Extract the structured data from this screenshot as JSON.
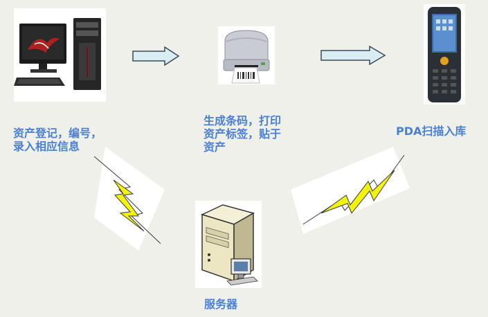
{
  "steps": {
    "register": {
      "line1": "资产登记，编号，",
      "line2": "录入相应信息"
    },
    "print": {
      "line1": "生成条码，打印",
      "line2": "资产标签，贴于",
      "line3": "资产"
    },
    "pda": {
      "line1": "PDA扫描入库"
    },
    "server": {
      "line1": "服务器"
    }
  },
  "colors": {
    "background": "#eef0e9",
    "label": "#4a7fd6",
    "arrow_fill": "#d9eef2",
    "arrow_stroke": "#3a4a55",
    "bolt_fill": "#f2f20a",
    "bolt_stroke": "#3a3a3a"
  },
  "icons": [
    "desktop-computer-icon",
    "label-printer-icon",
    "pda-scanner-icon",
    "server-tower-icon"
  ]
}
